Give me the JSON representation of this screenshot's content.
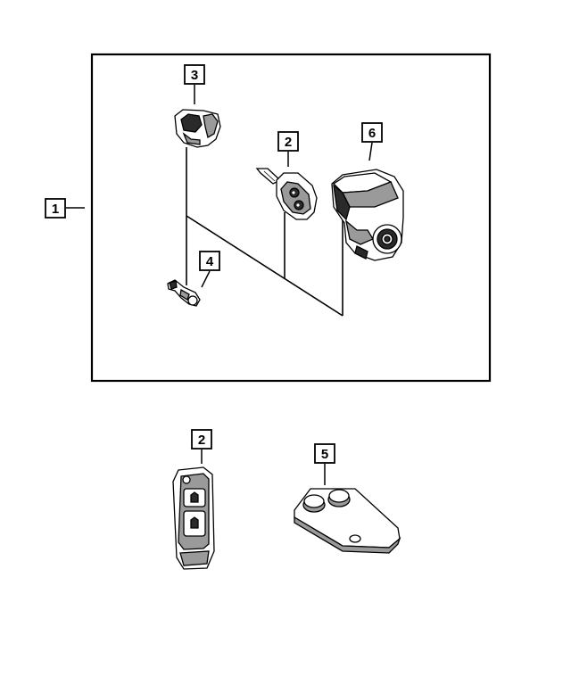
{
  "diagram": {
    "callouts": [
      {
        "id": "c1",
        "label": "1"
      },
      {
        "id": "c2a",
        "label": "2"
      },
      {
        "id": "c3",
        "label": "3"
      },
      {
        "id": "c4",
        "label": "4"
      },
      {
        "id": "c6",
        "label": "6"
      },
      {
        "id": "c2b",
        "label": "2"
      },
      {
        "id": "c5",
        "label": "5"
      }
    ],
    "colors": {
      "line": "#000000",
      "part_fill": "#ffffff",
      "shade": "#9a9a9a",
      "dark": "#2a2a2a"
    }
  }
}
